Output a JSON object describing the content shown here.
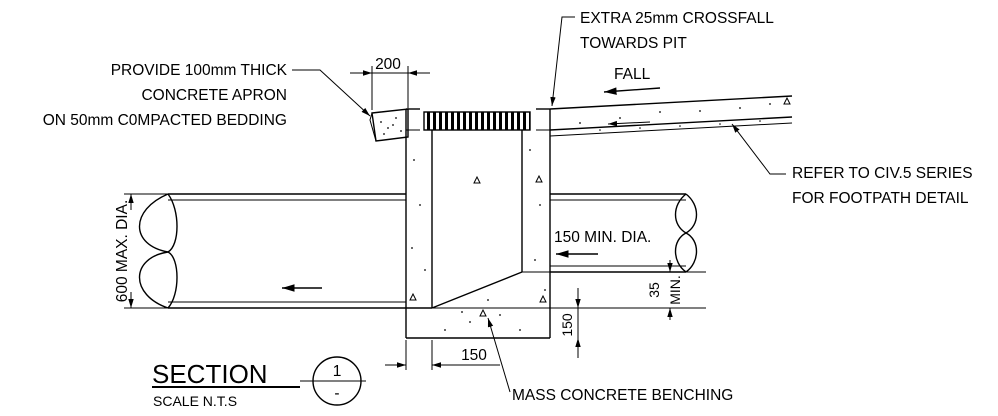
{
  "labels": {
    "provide_line1": "PROVIDE 100mm THICK",
    "provide_line2": "CONCRETE APRON",
    "provide_line3": "ON 50mm C0MPACTED BEDDING",
    "dim_200": "200",
    "extra_line1": "EXTRA 25mm CROSSFALL",
    "extra_line2": "TOWARDS PIT",
    "fall": "FALL",
    "refer_line1": "REFER TO CIV.5 SERIES",
    "refer_line2": "FOR FOOTPATH DETAIL",
    "pipe_dia": "600 MAX. DIA.",
    "min_dia": "150 MIN. DIA.",
    "dim_35": "35",
    "dim_min": "MIN.",
    "dim_150_vertical": "150",
    "dim_150_horizontal": "150",
    "benching": "MASS CONCRETE BENCHING",
    "section_title": "SECTION",
    "section_scale": "SCALE N.T.S",
    "section_number": "1",
    "section_sheet": "-"
  }
}
